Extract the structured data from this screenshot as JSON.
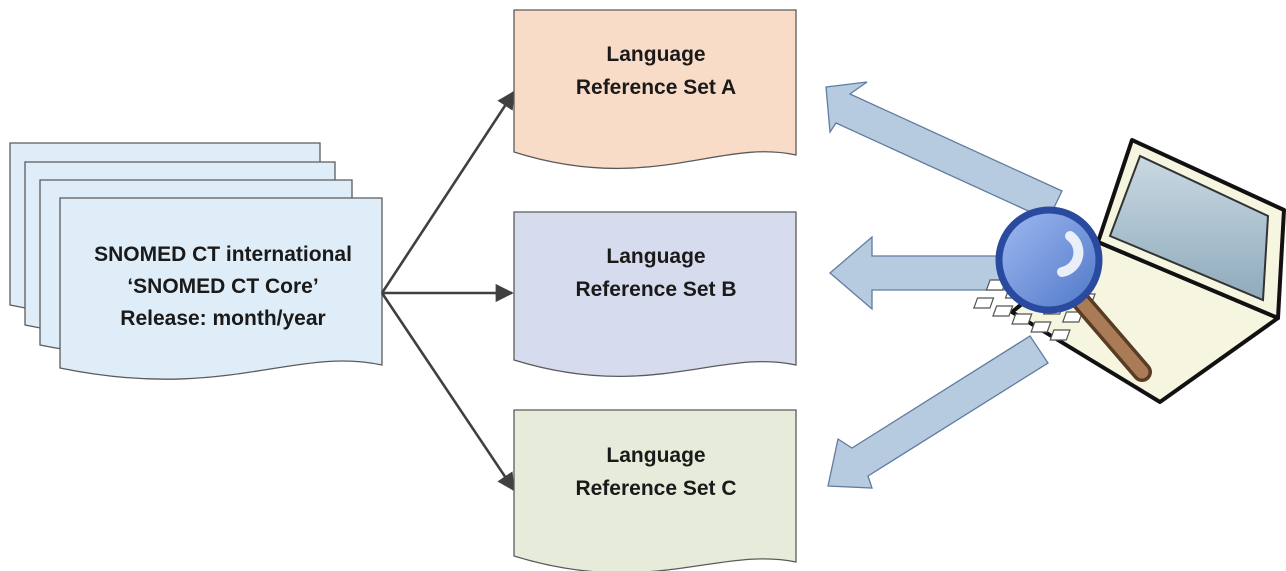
{
  "source": {
    "lines": [
      "SNOMED CT international",
      "‘SNOMED CT Core’",
      "Release: month/year"
    ],
    "fill": "#dfedf8"
  },
  "targets": [
    {
      "lines": [
        "Language",
        "Reference Set A"
      ],
      "fill": "#f9dcc8"
    },
    {
      "lines": [
        "Language",
        "Reference Set B"
      ],
      "fill": "#d6dcee"
    },
    {
      "lines": [
        "Language",
        "Reference Set C"
      ],
      "fill": "#e6ecd9"
    }
  ],
  "colors": {
    "stroke": "#5b5b5b",
    "connector": "#404040",
    "block_arrow": "#b7cbe0",
    "block_arrow_stroke": "#5f7ca0",
    "lens": "#6f93d6",
    "lens_rim": "#2a4aa0",
    "handle": "#a97b57"
  },
  "icons": [
    "laptop-icon",
    "magnifying-glass-icon"
  ]
}
